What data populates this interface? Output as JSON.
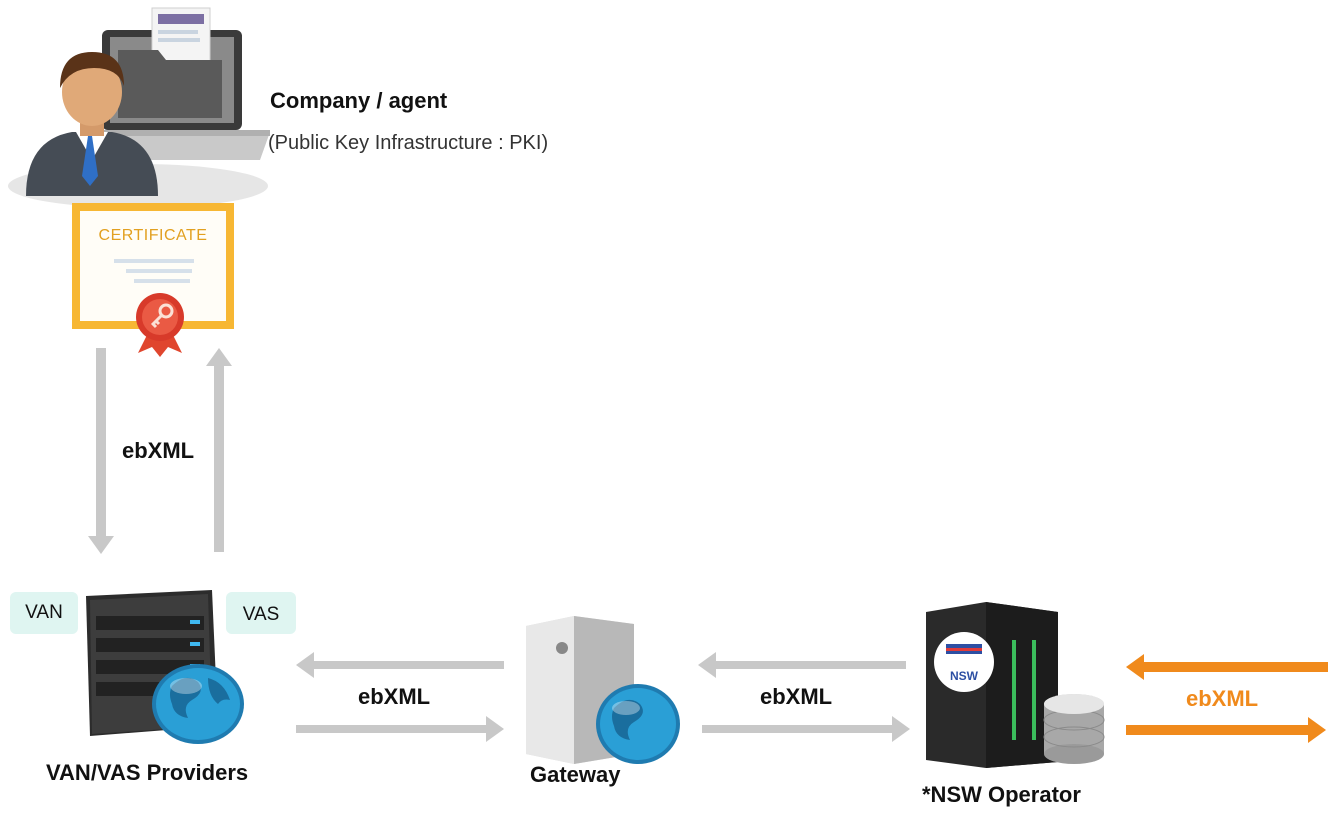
{
  "company": {
    "title": "Company / agent",
    "subtitle": "(Public Key Infrastructure : PKI)",
    "certificate_text": "CERTIFICATE"
  },
  "providers": {
    "van_tag": "VAN",
    "vas_tag": "VAS",
    "label": "VAN/VAS Providers"
  },
  "gateway": {
    "label": "Gateway"
  },
  "nsw": {
    "label": "*NSW Operator",
    "logo_text": "NSW"
  },
  "flows": {
    "vertical": "ebXML",
    "providers_gateway": "ebXML",
    "gateway_nsw": "ebXML",
    "nsw_external": "ebXML"
  },
  "colors": {
    "arrow_gray": "#c8c8c8",
    "arrow_orange": "#f08a1c",
    "certificate_frame": "#f7b733",
    "tag_bg": "#dff5f1"
  }
}
